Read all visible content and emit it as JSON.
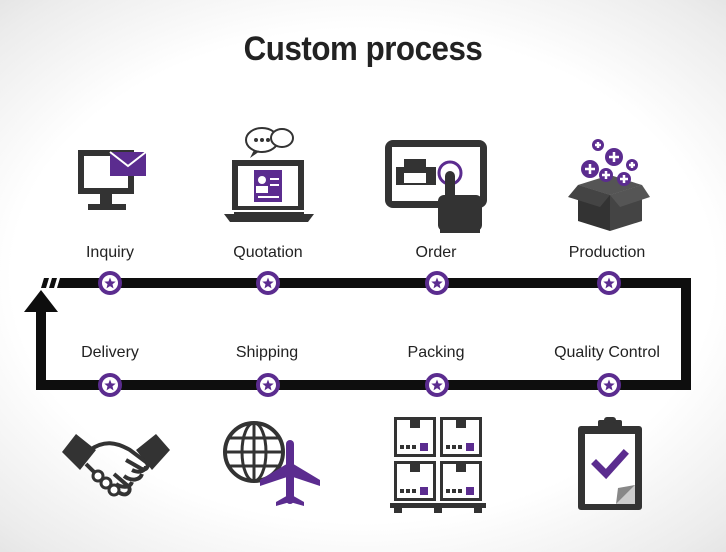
{
  "title": "Custom process",
  "steps_top": [
    {
      "label": "Inquiry",
      "icon": "monitor-mail-icon"
    },
    {
      "label": "Quotation",
      "icon": "laptop-chat-icon"
    },
    {
      "label": "Order",
      "icon": "touchscreen-printer-icon"
    },
    {
      "label": "Production",
      "icon": "box-plus-icon"
    }
  ],
  "steps_bottom": [
    {
      "label": "Delivery",
      "icon": "handshake-icon"
    },
    {
      "label": "Shipping",
      "icon": "globe-plane-icon"
    },
    {
      "label": "Packing",
      "icon": "pallet-boxes-icon"
    },
    {
      "label": "Quality Control",
      "icon": "clipboard-check-icon"
    }
  ],
  "colors": {
    "accent": "#5b2c8f",
    "dark": "#2b2b2b",
    "line": "#0e0e0e"
  }
}
